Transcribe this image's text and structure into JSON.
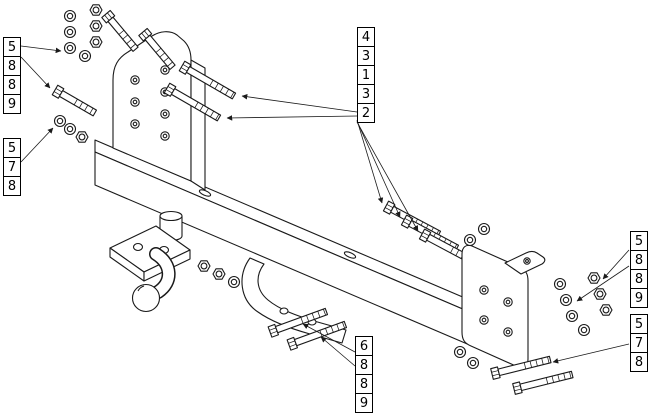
{
  "diagram": {
    "type": "exploded-assembly",
    "subject": "Towbar crossbar with side mounting brackets, tow ball and fastener hardware",
    "colors": {
      "line": "#1a1a1a",
      "background": "#ffffff"
    },
    "callouts": {
      "left_upper": [
        "5",
        "8",
        "8",
        "9"
      ],
      "left_lower": [
        "5",
        "7",
        "8"
      ],
      "top_right": [
        "4",
        "3",
        "1",
        "3",
        "2"
      ],
      "bottom_center": [
        "6",
        "8",
        "8",
        "9"
      ],
      "right_upper": [
        "5",
        "8",
        "8",
        "9"
      ],
      "right_lower": [
        "5",
        "7",
        "8"
      ]
    }
  }
}
